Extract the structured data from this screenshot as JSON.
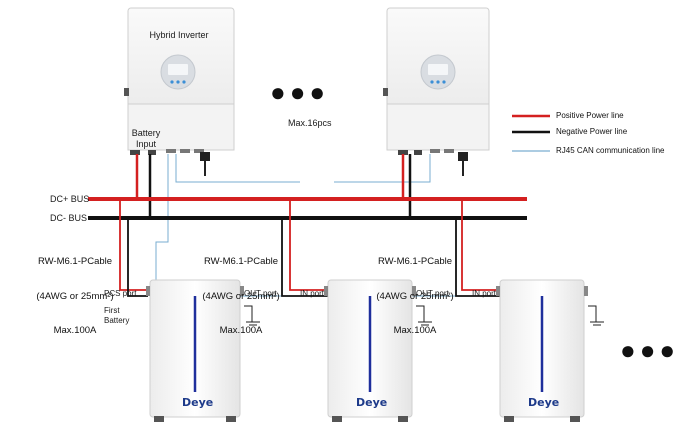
{
  "inverter": {
    "name": "Hybrid Inverter",
    "battery_input_label": "Battery Input"
  },
  "max_label": "Max.16pcs",
  "ellipsis": "●●●",
  "legend": [
    {
      "label": "Positive Power line",
      "color": "#d42020"
    },
    {
      "label": "Negative Power line",
      "color": "#111111"
    },
    {
      "label": "RJ45 CAN communication line",
      "color": "#7aaed0"
    }
  ],
  "bus": {
    "positive_label": "DC+ BUS",
    "negative_label": "DC- BUS"
  },
  "cable_spec": {
    "line1": "RW-M6.1-PCable",
    "line2": "(4AWG or 25mm²)",
    "line3": "Max.100A"
  },
  "ports": {
    "pcs": "PCS port",
    "out": "OUT port",
    "in": "IN port"
  },
  "first_battery_label": "First Battery",
  "battery_brand": "Deye"
}
